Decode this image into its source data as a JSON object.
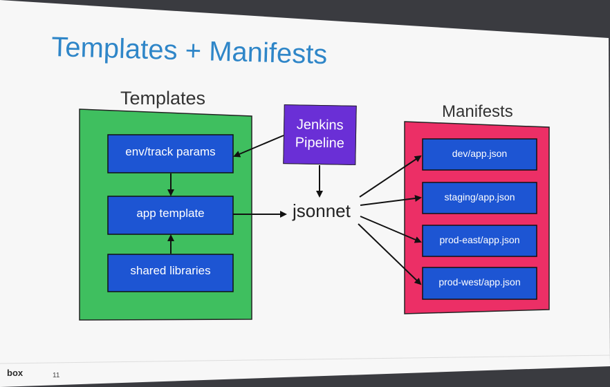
{
  "slide": {
    "title": "Templates + Manifests",
    "page_number": "11",
    "logo_text": "box"
  },
  "templates": {
    "heading": "Templates",
    "color": "#3fbf5f",
    "items": [
      "env/track params",
      "app template",
      "shared libraries"
    ]
  },
  "pipeline": {
    "line1": "Jenkins",
    "line2": "Pipeline",
    "color": "#6a2fd6"
  },
  "processor": {
    "label": "jsonnet"
  },
  "manifests": {
    "heading": "Manifests",
    "color": "#ec2f66",
    "items": [
      "dev/app.json",
      "staging/app.json",
      "prod-east/app.json",
      "prod-west/app.json"
    ]
  },
  "colors": {
    "title": "#2f86c8",
    "box_fill": "#1d55d3",
    "slide_bg": "#f7f7f7"
  }
}
